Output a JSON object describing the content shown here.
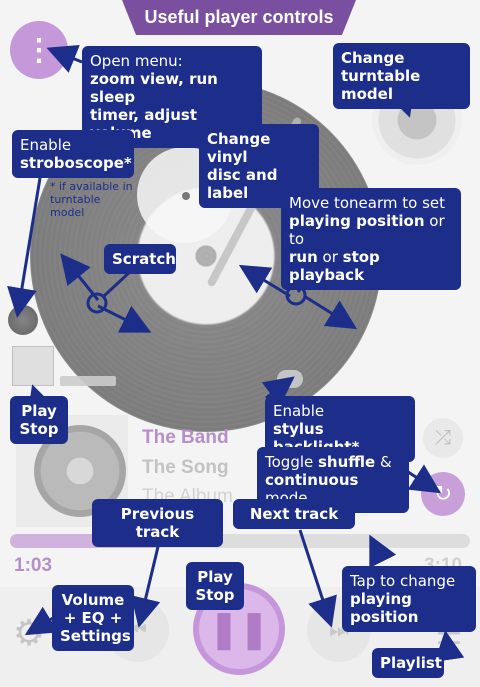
{
  "title": "Useful player controls",
  "callouts": {
    "menu": {
      "line1": "Open menu:",
      "line2": "zoom view, run sleep",
      "line3": "timer, adjust volume"
    },
    "turntable": {
      "line1": "Change",
      "line2": "turntable model"
    },
    "vinyl": {
      "line1": "Change vinyl",
      "line2": "disc and label"
    },
    "strobo": {
      "line1": "Enable",
      "line2": "stroboscope*"
    },
    "strobo_note": {
      "line1": "* if available in",
      "line2": "turntable",
      "line3": "model"
    },
    "tonearm": {
      "line1_a": "Move tonearm to set",
      "line2_bold": "playing position",
      "line2_rest": " or to",
      "line3_bold1": "run",
      "line3_mid": " or ",
      "line3_bold2": "stop playback"
    },
    "scratch": "Scratch",
    "playstop_left": {
      "line1": "Play",
      "line2": "Stop"
    },
    "backlight": {
      "line1": "Enable",
      "line2": "stylus backlight*"
    },
    "shuffle": {
      "line1_a": "Toggle ",
      "line1_bold": "shuffle",
      "line1_b": " &",
      "line2_bold": "continuous",
      "line2_rest": " mode"
    },
    "prev": "Previous track",
    "next": "Next track",
    "playstop_center": {
      "line1": "Play",
      "line2": "Stop"
    },
    "seek": {
      "line1": "Tap to change",
      "line2": "playing position"
    },
    "settings": {
      "line1": "Volume",
      "line2": "+ EQ +",
      "line3": "Settings"
    },
    "playlist": "Playlist"
  },
  "track": {
    "band": "The Band",
    "song": "The Song",
    "album": "The Album"
  },
  "time": {
    "elapsed": "1:03",
    "total": "3:10"
  },
  "progress": 0.33,
  "icons": {
    "menu": "⋮",
    "shuffle": "⤮",
    "repeat": "↻",
    "settings": "⚙",
    "prev": "⏮",
    "play": "❚❚",
    "next": "⏭",
    "playlist": "☰"
  },
  "colors": {
    "accent": "#b58fc5",
    "callout": "#1c2d8a",
    "banner": "#7b4fa0"
  }
}
